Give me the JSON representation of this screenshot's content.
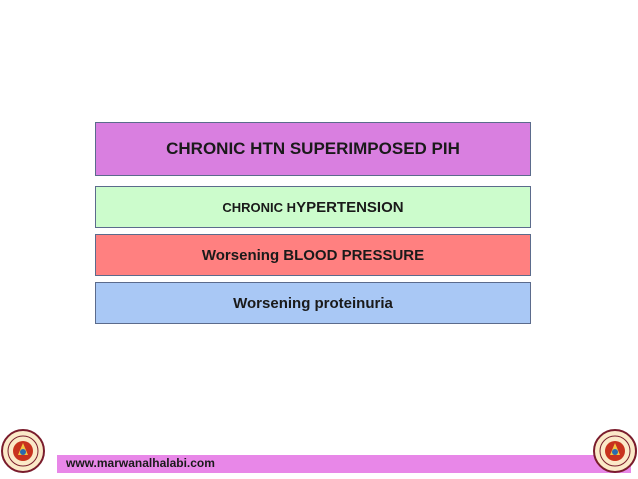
{
  "boxes": {
    "title": "CHRONIC HTN SUPERIMPOSED PIH",
    "chronic_small": "CHRONIC H",
    "chronic_large": "YPERTENSION",
    "bp": "Worsening BLOOD PRESSURE",
    "proteinuria": "Worsening proteinuria"
  },
  "footer": {
    "website": "www.marwanalhalabi.com"
  },
  "colors": {
    "title_box": "#d97fe0",
    "chronic_box": "#ccfccc",
    "bp_box": "#ff8080",
    "proteinuria_box": "#a9c8f5",
    "footer_bar": "#e887e8"
  },
  "icons": {
    "left_logo": "university-seal-icon",
    "right_logo": "university-seal-icon"
  }
}
